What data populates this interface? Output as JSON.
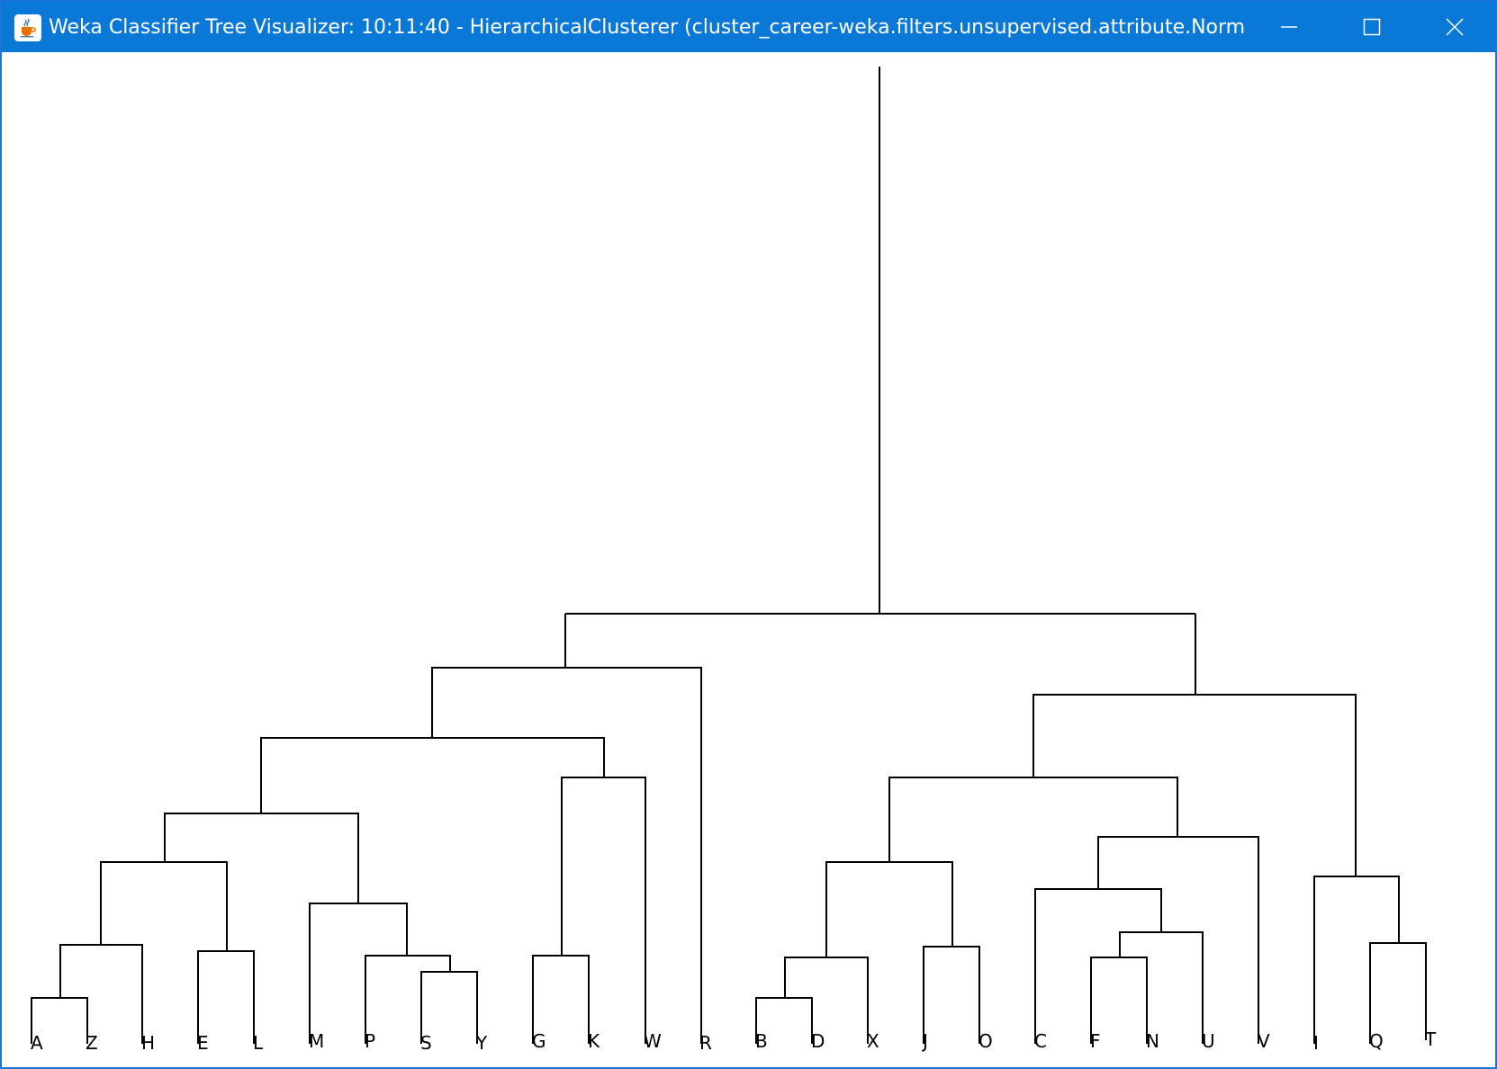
{
  "window": {
    "title": "Weka Classifier Tree Visualizer: 10:11:40 - HierarchicalClusterer (cluster_career-weka.filters.unsupervised.attribute.Normalize...",
    "icon": "java-coffee-cup-icon",
    "titlebar_color": "#0a78d7",
    "controls": [
      "minimize-icon",
      "maximize-icon",
      "close-icon"
    ]
  },
  "dendrogram": {
    "leaves": [
      "A",
      "Z",
      "H",
      "E",
      "L",
      "M",
      "P",
      "S",
      "Y",
      "G",
      "K",
      "W",
      "R",
      "B",
      "D",
      "X",
      "J",
      "O",
      "C",
      "F",
      "N",
      "U",
      "V",
      "I",
      "Q",
      "T"
    ],
    "line_color": "#000000"
  }
}
